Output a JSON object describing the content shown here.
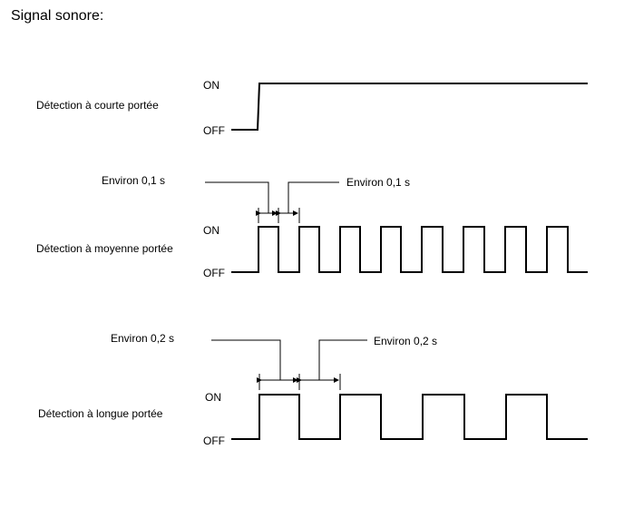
{
  "title": "Signal sonore:",
  "short_range": {
    "label": "Détection à courte portée",
    "on": "ON",
    "off": "OFF"
  },
  "medium_range": {
    "label": "Détection à moyenne portée",
    "on": "ON",
    "off": "OFF",
    "duration_left": "Environ 0,1 s",
    "duration_right": "Environ 0,1 s"
  },
  "long_range": {
    "label": "Détection à longue portée",
    "on": "ON",
    "off": "OFF",
    "duration_left": "Environ 0,2 s",
    "duration_right": "Environ 0,2 s"
  }
}
